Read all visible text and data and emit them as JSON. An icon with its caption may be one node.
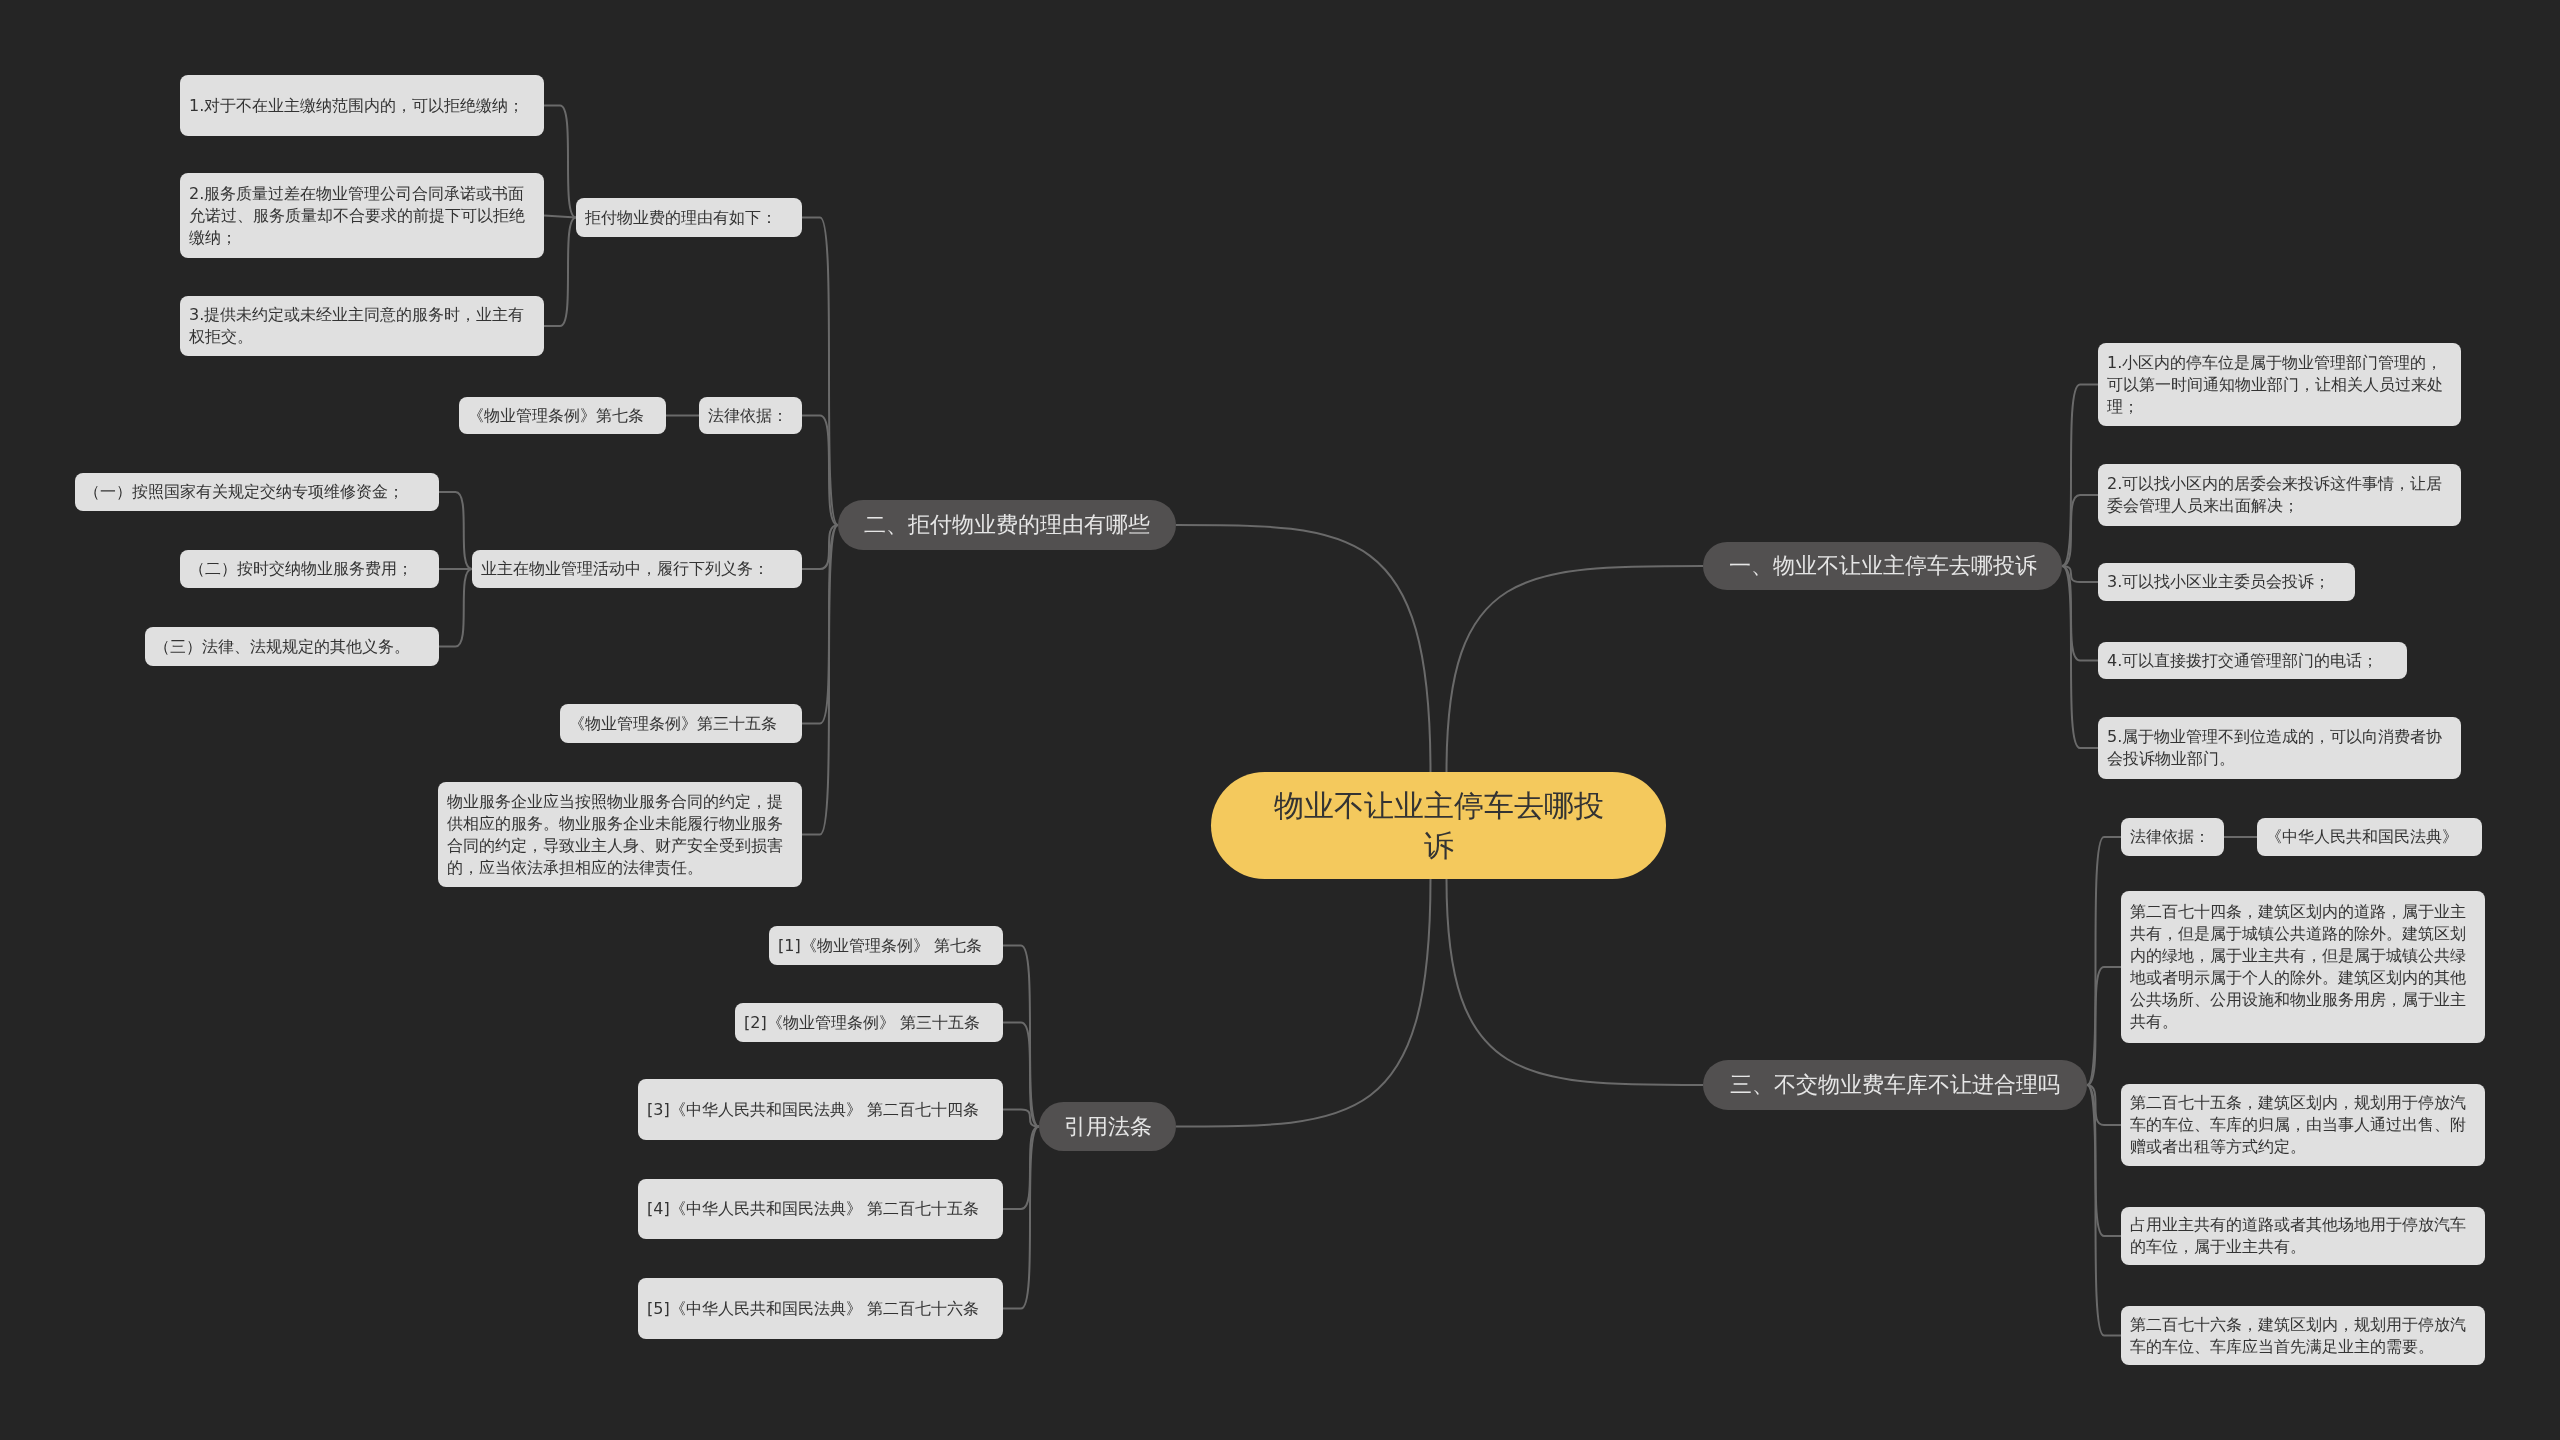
{
  "diagram": {
    "nodes": [
      {
        "text": [
          "物业不让业主停车去哪投诉"
        ]
      },
      {
        "text": [
          "一、物业不让业主停车去哪投诉"
        ]
      },
      {
        "text": [
          "1.小区内的停车位是属于物业管理部门管理的，可以第一时间通知物业部门，让相关人员过来处理；"
        ]
      },
      {
        "text": [
          "2.可以找小区内的居委会来投诉这件事情，让居委会管理人员来出面解决；"
        ]
      },
      {
        "text": [
          "3.可以找小区业主委员会投诉；"
        ]
      },
      {
        "text": [
          "4.可以直接拨打交通管理部门的电话；"
        ]
      },
      {
        "text": [
          "5.属于物业管理不到位造成的，可以向消费者协会投诉物业部门。"
        ]
      },
      {
        "text": [
          "二、拒付物业费的理由有哪些"
        ]
      },
      {
        "text": [
          "拒付物业费的理由有如下："
        ]
      },
      {
        "text": [
          "1.对于不在业主缴纳范围内的，可以拒绝缴纳；"
        ]
      },
      {
        "text": [
          "2.服务质量过差在物业管理公司合同承诺或书面允诺过、服务质量却不合要求的前提下可以拒绝缴纳；"
        ]
      },
      {
        "text": [
          "3.提供未约定或未经业主同意的服务时，业主有权拒交。"
        ]
      },
      {
        "text": [
          "法律依据："
        ]
      },
      {
        "text": [
          "《物业管理条例》第七条"
        ]
      },
      {
        "text": [
          "业主在物业管理活动中，履行下列义务："
        ]
      },
      {
        "text": [
          "（一）按照国家有关规定交纳专项维修资金；"
        ]
      },
      {
        "text": [
          "（二）按时交纳物业服务费用；"
        ]
      },
      {
        "text": [
          "（三）法律、法规规定的其他义务。"
        ]
      },
      {
        "text": [
          "《物业管理条例》第三十五条"
        ]
      },
      {
        "text": [
          "物业服务企业应当按照物业服务合同的约定，提供相应的服务。物业服务企业未能履行物业服务合同的约定，导致业主人身、财产安全受到损害的，应当依法承担相应的法律责任。"
        ]
      },
      {
        "text": [
          "三、不交物业费车库不让进合理吗"
        ]
      },
      {
        "text": [
          "法律依据："
        ]
      },
      {
        "text": [
          "《中华人民共和国民法典》"
        ]
      },
      {
        "text": [
          "第二百七十四条，建筑区划内的道路，属于业主共有，但是属于城镇公共道路的除外。建筑区划内的绿地，属于业主共有，但是属于城镇公共绿地或者明示属于个人的除外。建筑区划内的其他公共场所、公用设施和物业服务用房，属于业主共有。"
        ]
      },
      {
        "text": [
          "第二百七十五条，建筑区划内，规划用于停放汽车的车位、车库的归属，由当事人通过出售、附赠或者出租等方式约定。"
        ]
      },
      {
        "text": [
          "占用业主共有的道路或者其他场地用于停放汽车的车位，属于业主共有。"
        ]
      },
      {
        "text": [
          "第二百七十六条，建筑区划内，规划用于停放汽车的车位、车库应当首先满足业主的需要。"
        ]
      },
      {
        "text": [
          "引用法条"
        ]
      },
      {
        "text": [
          "[1]《物业管理条例》 第七条"
        ]
      },
      {
        "text": [
          "[2]《物业管理条例》 第三十五条"
        ]
      },
      {
        "text": [
          "[3]《中华人民共和国民法典》 第二百七十四条"
        ]
      },
      {
        "text": [
          "[4]《中华人民共和国民法典》 第二百七十五条"
        ]
      },
      {
        "text": [
          "[5]《中华人民共和国民法典》 第二百七十六条"
        ]
      }
    ],
    "edges": [
      {
        "from": 0,
        "to": 1,
        "arrow": "none"
      },
      {
        "from": 1,
        "to": 2,
        "arrow": "none"
      },
      {
        "from": 1,
        "to": 3,
        "arrow": "none"
      },
      {
        "from": 1,
        "to": 4,
        "arrow": "none"
      },
      {
        "from": 1,
        "to": 5,
        "arrow": "none"
      },
      {
        "from": 1,
        "to": 6,
        "arrow": "none"
      },
      {
        "from": 0,
        "to": 7,
        "arrow": "none"
      },
      {
        "from": 7,
        "to": 8,
        "arrow": "none"
      },
      {
        "from": 8,
        "to": 9,
        "arrow": "none"
      },
      {
        "from": 8,
        "to": 10,
        "arrow": "none"
      },
      {
        "from": 8,
        "to": 11,
        "arrow": "none"
      },
      {
        "from": 7,
        "to": 12,
        "arrow": "none"
      },
      {
        "from": 12,
        "to": 13,
        "arrow": "none"
      },
      {
        "from": 7,
        "to": 14,
        "arrow": "none"
      },
      {
        "from": 14,
        "to": 15,
        "arrow": "none"
      },
      {
        "from": 14,
        "to": 16,
        "arrow": "none"
      },
      {
        "from": 14,
        "to": 17,
        "arrow": "none"
      },
      {
        "from": 7,
        "to": 18,
        "arrow": "none"
      },
      {
        "from": 7,
        "to": 19,
        "arrow": "none"
      },
      {
        "from": 0,
        "to": 20,
        "arrow": "none"
      },
      {
        "from": 20,
        "to": 21,
        "arrow": "none"
      },
      {
        "from": 21,
        "to": 22,
        "arrow": "none"
      },
      {
        "from": 20,
        "to": 23,
        "arrow": "none"
      },
      {
        "from": 20,
        "to": 24,
        "arrow": "none"
      },
      {
        "from": 20,
        "to": 25,
        "arrow": "none"
      },
      {
        "from": 20,
        "to": 26,
        "arrow": "none"
      },
      {
        "from": 0,
        "to": 27,
        "arrow": "none"
      },
      {
        "from": 27,
        "to": 28,
        "arrow": "none"
      },
      {
        "from": 27,
        "to": 29,
        "arrow": "none"
      },
      {
        "from": 27,
        "to": 30,
        "arrow": "none"
      },
      {
        "from": 27,
        "to": 31,
        "arrow": "none"
      },
      {
        "from": 27,
        "to": 32,
        "arrow": "none"
      }
    ]
  }
}
